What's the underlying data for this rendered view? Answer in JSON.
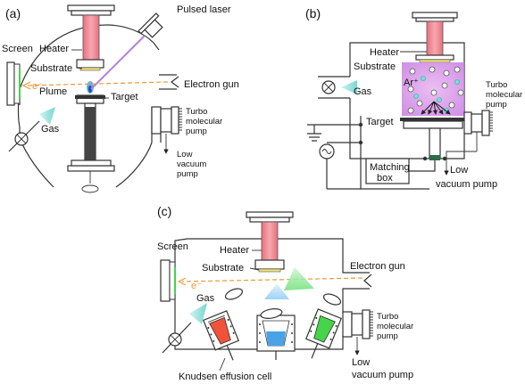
{
  "panels": {
    "a": {
      "label": "(a)",
      "labels": {
        "pulsed_laser": "Pulsed laser",
        "screen": "Screen",
        "heater": "Heater",
        "substrate": "Substrate",
        "electron": "e⁻",
        "plume": "Plume",
        "target": "Target",
        "electron_gun": "Electron gun",
        "gas": "Gas",
        "turbo1": "Turbo",
        "turbo2": "molecular",
        "turbo3": "pump",
        "low1": "Low",
        "low2": "vacuum",
        "low3": "pump"
      }
    },
    "b": {
      "label": "(b)",
      "labels": {
        "heater": "Heater",
        "substrate": "Substrate",
        "gas": "Gas",
        "ar": "Ar⁺",
        "target": "Target",
        "turbo1": "Turbo",
        "turbo2": "molecular",
        "turbo3": "pump",
        "matching1": "Matching",
        "matching2": "box",
        "low1": "Low",
        "low2": "vacuum pump"
      }
    },
    "c": {
      "label": "(c)",
      "labels": {
        "screen": "Screen",
        "heater": "Heater",
        "substrate": "Substrate",
        "electron_gun": "Electron gun",
        "electron": "e⁻",
        "gas": "Gas",
        "turbo1": "Turbo",
        "turbo2": "molecular",
        "turbo3": "pump",
        "low1": "Low",
        "low2": "vacuum pump",
        "knudsen": "Knudsen effusion cell"
      }
    }
  },
  "colors": {
    "heater": "#f08a95",
    "substrate": "#f3e27a",
    "laser": "#c58be0",
    "beam": "#e99a3b",
    "plasma": "#d07be0",
    "gas": "#7ad8d0",
    "cell_red": "#f0523a",
    "cell_blue": "#4aa3e6",
    "cell_green": "#45d44a"
  }
}
